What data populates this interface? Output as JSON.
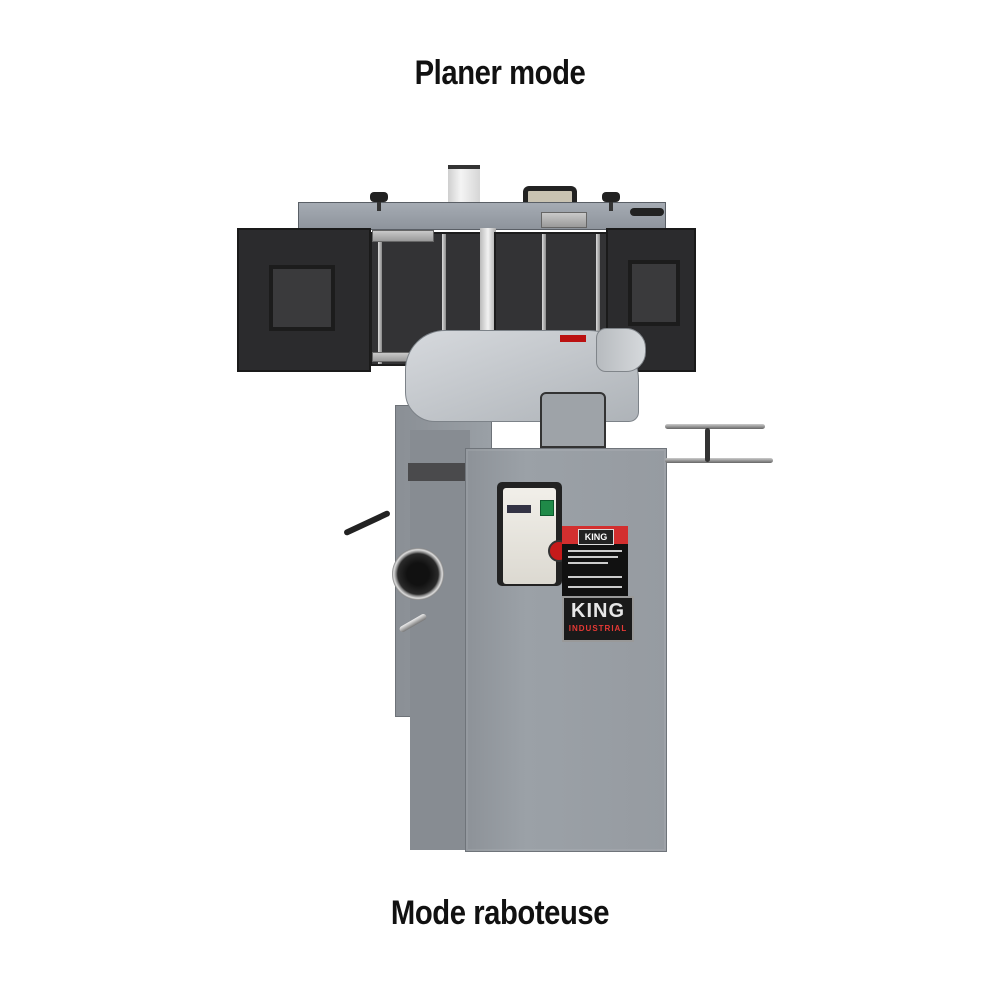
{
  "captions": {
    "top": "Planer mode",
    "bottom": "Mode raboteuse"
  },
  "product": {
    "description": "Combination jointer/planer machine shown in planer mode",
    "brand_plate_main": "KING",
    "brand_plate_sub": "INDUSTRIAL",
    "warning_plate_logo": "KING",
    "colors": {
      "body": "#969ba1",
      "tables": "#2b2b2d",
      "hood": "#c4c8cc",
      "brand_red": "#d32f2f",
      "switch_green": "#1f8a48",
      "stop_red": "#c61a1a",
      "background": "#ffffff",
      "caption_text": "#111111"
    }
  }
}
